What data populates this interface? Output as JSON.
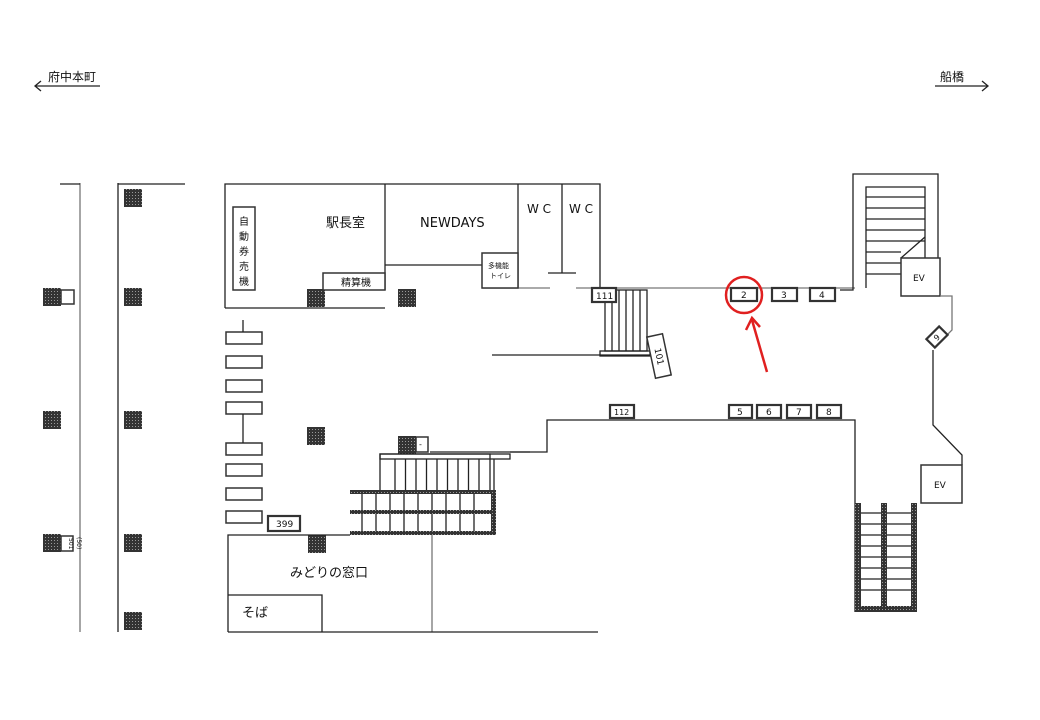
{
  "directions": {
    "left": "府中本町",
    "right": "船橋"
  },
  "rooms": {
    "ticket_machines": [
      "自",
      "動",
      "券",
      "売",
      "機"
    ],
    "station_master": "駅長室",
    "fare_adjust": "精算機",
    "newdays": "NEWDAYS",
    "wc1": "W C",
    "wc2": "W C",
    "multi_toilet_1": "多機能",
    "multi_toilet_2": "トイレ",
    "ev_top": "EV",
    "ev_bottom": "EV",
    "midori": "みどりの窓口",
    "soba": "そば"
  },
  "labels": {
    "b2": "2",
    "b3": "3",
    "b4": "4",
    "b5": "5",
    "b6": "6",
    "b7": "7",
    "b8": "8",
    "b9": "9",
    "b101": "101",
    "b111": "111",
    "b112": "112",
    "b399": "399",
    "b501": "501",
    "b50": "(50)",
    "b_small": "-"
  },
  "highlight": {
    "target": "2",
    "color": "#e02020"
  }
}
